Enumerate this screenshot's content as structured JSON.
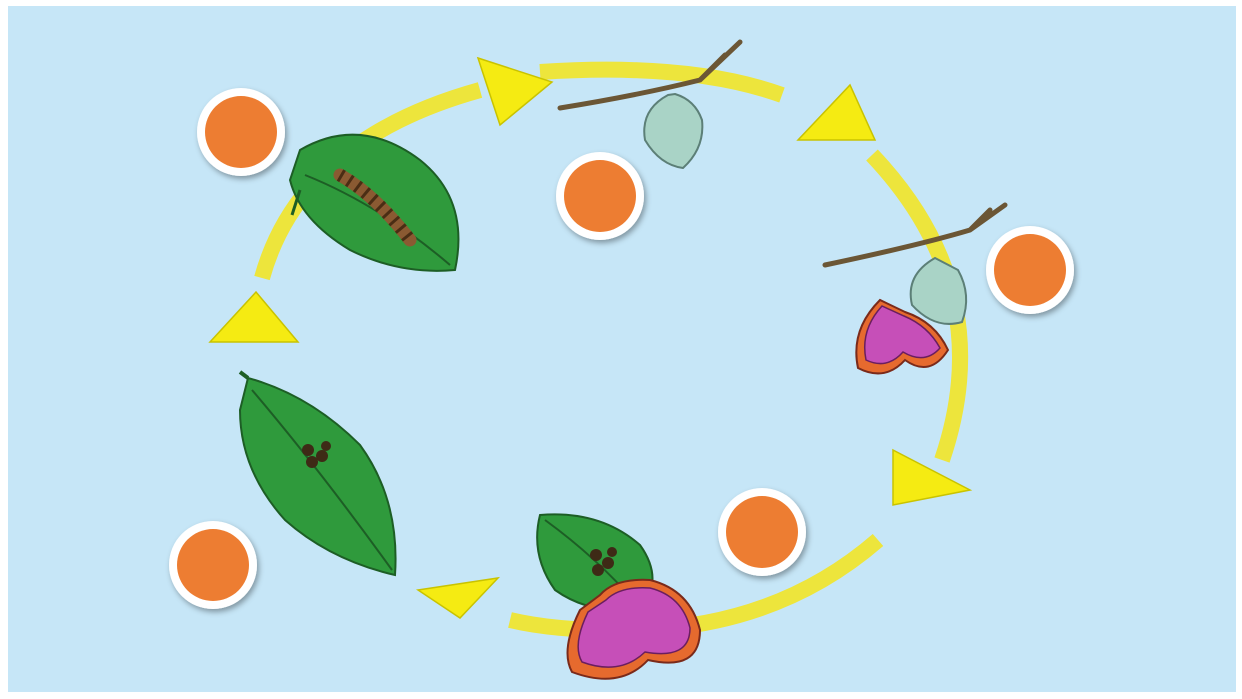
{
  "diagram": {
    "type": "cycle",
    "stages": [
      {
        "id": "caterpillar-on-leaf",
        "marker_color": "#ED7D31"
      },
      {
        "id": "chrysalis-on-twig",
        "marker_color": "#ED7D31"
      },
      {
        "id": "moth-emerging-from-cocoon",
        "marker_color": "#ED7D31"
      },
      {
        "id": "moth-laying-eggs-on-leaf",
        "marker_color": "#ED7D31"
      },
      {
        "id": "eggs-on-leaf",
        "marker_color": "#ED7D31"
      }
    ],
    "arrow_count": 5
  },
  "colors": {
    "background": "#C6E6F7",
    "ring": "#EDE53C",
    "arrow": "#F5EB12",
    "leaf": "#2F9A3C",
    "marker": "#ED7D31",
    "moth": "#C64FB8",
    "moth_edge": "#E66A2E",
    "cocoon": "#A9D3C6"
  }
}
